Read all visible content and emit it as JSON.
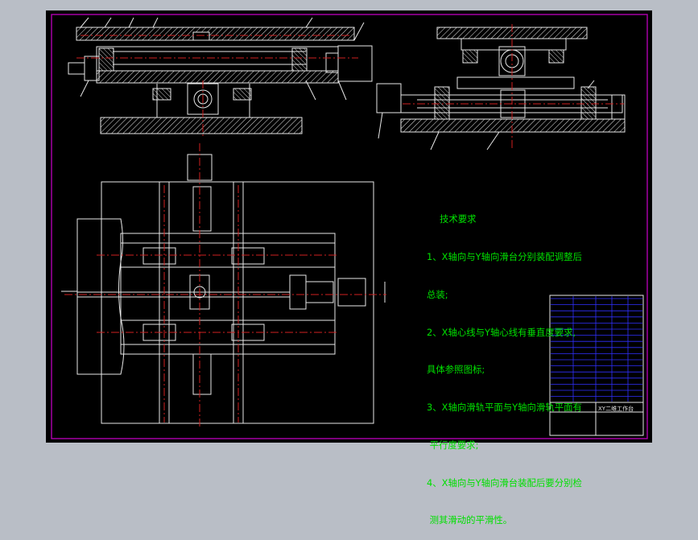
{
  "colors": {
    "background": "#b9bec6",
    "sheet": "#000000",
    "frame": "#b000b0",
    "line": "#e8e8e8",
    "centerline": "#d02020",
    "notes": "#00e000",
    "titleblock": "#3030ff"
  },
  "drawing": {
    "tech_requirements_title": "技术要求",
    "tech_requirements": [
      "1、X轴向与Y轴向滑台分别装配调整后",
      "总装;",
      "2、X轴心线与Y轴心线有垂直度要求,",
      "具体参照图标;",
      "3、X轴向滑轨平面与Y轴向滑轨平面有",
      " 平行度要求;",
      "4、X轴向与Y轴向滑台装配后要分别检",
      " 测其滑动的平滑性。"
    ],
    "title_block_name": "XY二维工作台"
  }
}
